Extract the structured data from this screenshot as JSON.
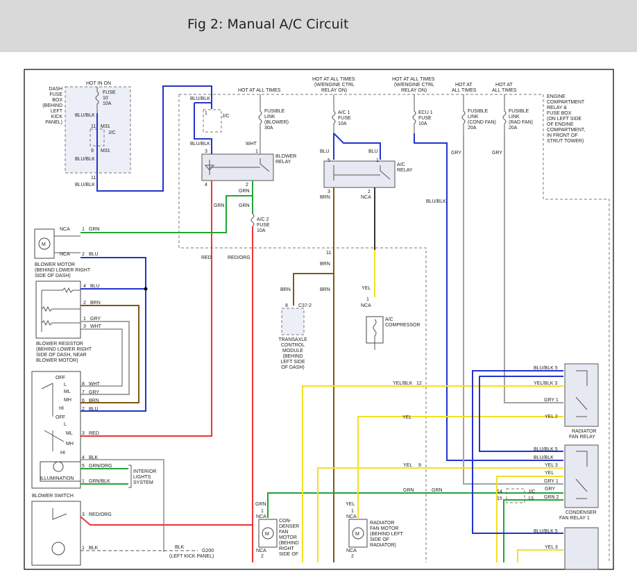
{
  "header": {
    "title": "Fig 2: Manual A/C Circuit"
  },
  "labels": {
    "hot_in_on": "HOT IN ON",
    "dash_fuse_box": [
      "DASH",
      "FUSE",
      "BOX",
      "(BEHIND",
      "LEFT",
      "KICK",
      "PANEL)"
    ],
    "fuse": [
      "FUSE",
      "10",
      "10A"
    ],
    "m31": "M31",
    "jc": "J/C",
    "hot_all_times": "HOT AT ALL TIMES",
    "hot_eng_ctrl_relay_on": [
      "HOT AT ALL TIMES",
      "(W/ENGINE CTRL",
      "RELAY ON)"
    ],
    "hot_at": "HOT AT",
    "all_times": "ALL TIMES",
    "engine_comp_box": [
      "ENGINE",
      "COMPARTMENT",
      "RELAY &",
      "FUSE BOX",
      "(ON LEFT SIDE",
      "OF ENGINE",
      "COMPARTMENT,",
      "IN FRONT OF",
      "STRUT TOWER)"
    ],
    "fusible_link_blower": [
      "FUSIBLE",
      "LINK",
      "(BLOWER)",
      "30A"
    ],
    "ac1_fuse": [
      "A/C 1",
      "FUSE",
      "10A"
    ],
    "ecu1_fuse": [
      "ECU 1",
      "FUSE",
      "10A"
    ],
    "fusible_link_cond": [
      "FUSIBLE",
      "LINK",
      "(COND FAN)",
      "20A"
    ],
    "fusible_link_rad": [
      "FUSIBLE",
      "LINK",
      "(RAD FAN)",
      "20A"
    ],
    "blower_relay": [
      "BLOWER",
      "RELAY"
    ],
    "ac_relay": [
      "A/C",
      "RELAY"
    ],
    "ac2_fuse": [
      "A/C 2",
      "FUSE",
      "10A"
    ],
    "blower_motor": [
      "BLOWER MOTOR",
      "(BEHIND LOWER RIGHT",
      "SIDE OF DASH)"
    ],
    "blower_resistor": [
      "BLOWER RESISTOR",
      "(BEHIND LOWER RIGHT",
      "SIDE OF DASH, NEAR",
      "BLOWER MOTOR)"
    ],
    "illumination": "ILLUMINATION",
    "interior_lights": [
      "INTERIOR",
      "LIGHTS",
      "SYSTEM"
    ],
    "blower_switch": "BLOWER SWITCH",
    "transaxle_module": [
      "TRANSAXLE",
      "CONTROL",
      "MODULE",
      "(BEHIND",
      "LEFT SIDE",
      "OF DASH)"
    ],
    "c37": "C37-2",
    "ac_compressor": [
      "A/C",
      "COMPRESSOR"
    ],
    "condenser_fan_motor": [
      "CON-",
      "DENSER",
      "FAN",
      "MOTOR",
      "(BEHIND",
      "RIGHT",
      "SIDE OF"
    ],
    "radiator_fan_motor": [
      "RADIATOR",
      "FAN MOTOR",
      "(BEHIND LEFT",
      "SIDE OF",
      "RADIATOR)"
    ],
    "radiator_fan_relay": [
      "RADIATOR",
      "FAN RELAY"
    ],
    "condenser_fan_relay1": [
      "CONDENSER",
      "FAN RELAY 1"
    ],
    "g200": [
      "G200",
      "(LEFT KICK PANEL)"
    ],
    "switch_positions": [
      "OFF",
      "L",
      "ML",
      "MH",
      "HI"
    ]
  },
  "wires": {
    "blu_blk": "BLU/BLK",
    "wht": "WHT",
    "grn": "GRN",
    "red": "RED",
    "red_org": "RED/ORG",
    "blu": "BLU",
    "brn": "BRN",
    "nca": "NCA",
    "yel": "YEL",
    "gry": "GRY",
    "gry1": "GRY 1",
    "yel_blk": "YEL/BLK",
    "blk": "BLK",
    "grn_org": "GRN/ORG",
    "grn_blk": "GRN/BLK",
    "blu_blk5": "BLU/BLK 5",
    "yel_blk3": "YEL/BLK 3",
    "yel2": "YEL 2",
    "yel3": "YEL 3",
    "grn2": "GRN 2"
  },
  "pins": [
    "1",
    "2",
    "3",
    "4",
    "5",
    "6",
    "7",
    "8",
    "9",
    "11",
    "12",
    "13",
    "14",
    "15"
  ]
}
